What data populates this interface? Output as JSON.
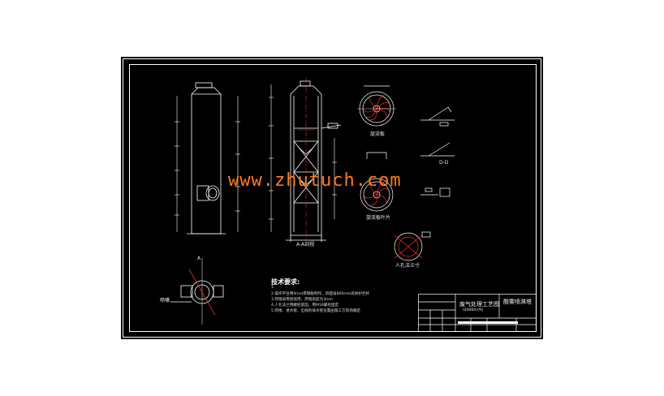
{
  "watermark": "www.zhutuch.com",
  "labels": {
    "section_aa": "A-A剖视",
    "impeller_1": "旋流板",
    "impeller_2": "旋流板叶片",
    "manhole": "人孔法兰寸",
    "flange_note": "喷嘴",
    "a_mark": "A",
    "d_mark": "D-D"
  },
  "tech": {
    "title": "技术要求:",
    "lines": [
      "1.",
      "2.操作平台用4mm厚钢板制作，四面设800mm高防护栏杆",
      "3.焊缝采用连续焊，焊缝高度为3mm",
      "4.人孔法兰用螺栓紧固，用M16螺栓固定",
      "5.焊接、进水管、出线的排水管位置由施工方现场确定"
    ]
  },
  "title_block": {
    "main_title": "废气处理工艺图",
    "subtitle": "(4000m³/h)",
    "right_title": "酸雾喷淋塔"
  },
  "colors": {
    "sheet": "#000000",
    "line": "#ffffff",
    "red": "#ff2a2a",
    "watermark": "#ff7a1a"
  }
}
